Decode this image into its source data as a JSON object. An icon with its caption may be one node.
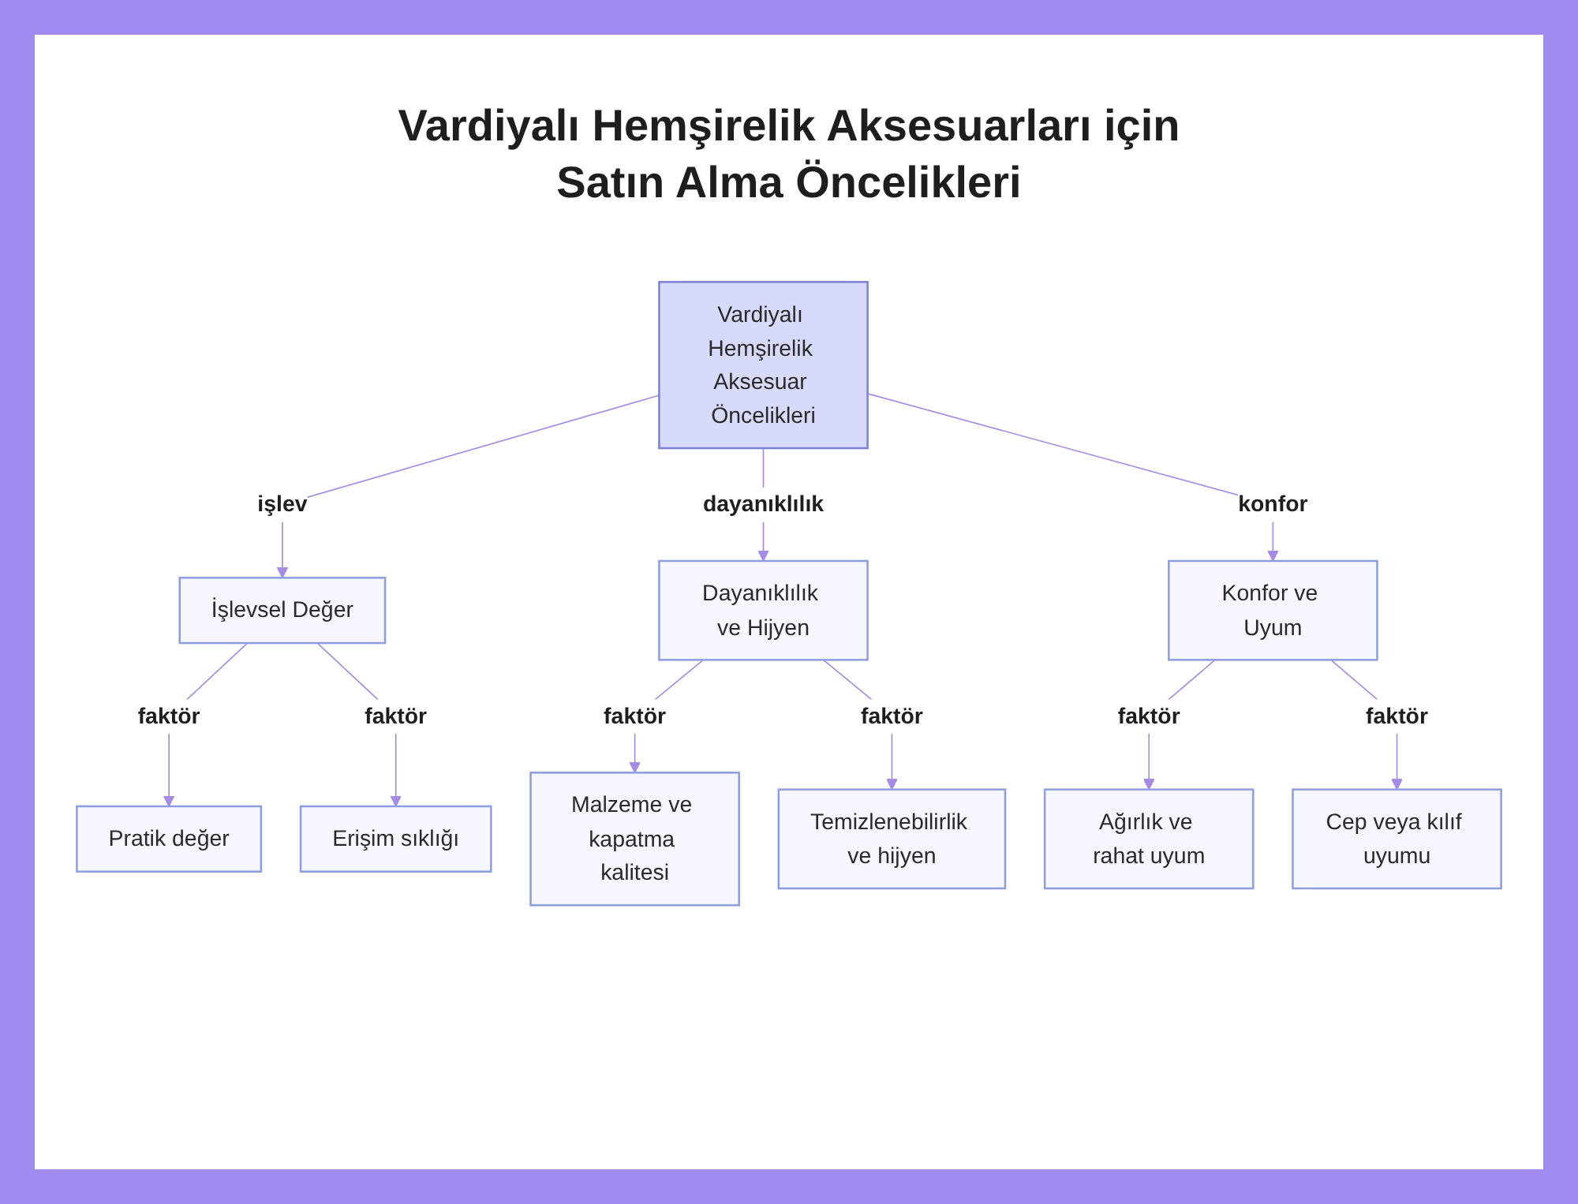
{
  "diagram": {
    "title": "Vardiyalı Hemşirelik Aksesuarları için Satın Alma Öncelikleri",
    "nodes": [
      {
        "text": [
          "Vardiyalı Hemşirelik Aksesuar Öncelikleri"
        ]
      },
      {
        "text": [
          "İşlevsel Değer"
        ]
      },
      {
        "text": [
          "Dayanıklılık ve Hijyen"
        ]
      },
      {
        "text": [
          "Konfor ve Uyum"
        ]
      },
      {
        "text": [
          "Pratik değer"
        ]
      },
      {
        "text": [
          "Erişim sıklığı"
        ]
      },
      {
        "text": [
          "Malzeme ve kapatma kalitesi"
        ]
      },
      {
        "text": [
          "Temizlenebilirlik ve hijyen"
        ]
      },
      {
        "text": [
          "Ağırlık ve rahat uyum"
        ]
      },
      {
        "text": [
          "Cep veya kılıf uyumu"
        ]
      }
    ],
    "edges": [
      {
        "from": 0,
        "to": 1,
        "arrow": "to",
        "label": "işlev"
      },
      {
        "from": 0,
        "to": 2,
        "arrow": "to",
        "label": "dayanıklılık"
      },
      {
        "from": 0,
        "to": 3,
        "arrow": "to",
        "label": "konfor"
      },
      {
        "from": 1,
        "to": 4,
        "arrow": "to",
        "label": "faktör"
      },
      {
        "from": 1,
        "to": 5,
        "arrow": "to",
        "label": "faktör"
      },
      {
        "from": 2,
        "to": 6,
        "arrow": "to",
        "label": "faktör"
      },
      {
        "from": 2,
        "to": 7,
        "arrow": "to",
        "label": "faktör"
      },
      {
        "from": 3,
        "to": 8,
        "arrow": "to",
        "label": "faktör"
      },
      {
        "from": 3,
        "to": 9,
        "arrow": "to",
        "label": "faktör"
      }
    ]
  }
}
